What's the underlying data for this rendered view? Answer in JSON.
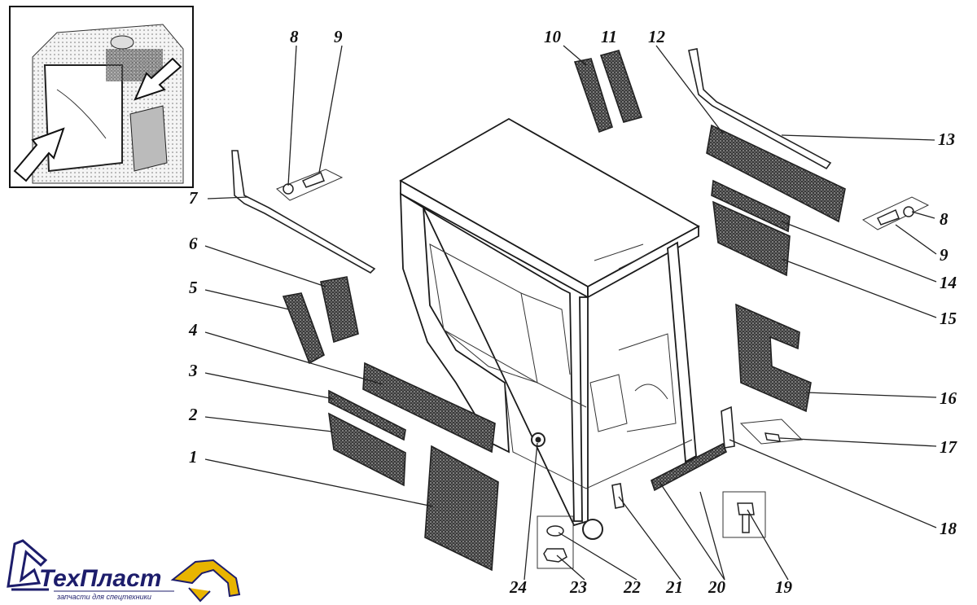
{
  "labels": [
    {
      "id": "1",
      "text": "1"
    },
    {
      "id": "2",
      "text": "2"
    },
    {
      "id": "3",
      "text": "3"
    },
    {
      "id": "4",
      "text": "4"
    },
    {
      "id": "5",
      "text": "5"
    },
    {
      "id": "6",
      "text": "6"
    },
    {
      "id": "7",
      "text": "7"
    },
    {
      "id": "8a",
      "text": "8"
    },
    {
      "id": "9a",
      "text": "9"
    },
    {
      "id": "10",
      "text": "10"
    },
    {
      "id": "11",
      "text": "11"
    },
    {
      "id": "12",
      "text": "12"
    },
    {
      "id": "13",
      "text": "13"
    },
    {
      "id": "8b",
      "text": "8"
    },
    {
      "id": "9b",
      "text": "9"
    },
    {
      "id": "14",
      "text": "14"
    },
    {
      "id": "15",
      "text": "15"
    },
    {
      "id": "16",
      "text": "16"
    },
    {
      "id": "17",
      "text": "17"
    },
    {
      "id": "18",
      "text": "18"
    },
    {
      "id": "19",
      "text": "19"
    },
    {
      "id": "20",
      "text": "20"
    },
    {
      "id": "21",
      "text": "21"
    },
    {
      "id": "22",
      "text": "22"
    },
    {
      "id": "23",
      "text": "23"
    },
    {
      "id": "24",
      "text": "24"
    }
  ],
  "brand": {
    "name": "ТехПласт",
    "tagline": "запчасти для спецтехники",
    "colors": {
      "text": "#1d1d6b",
      "accent": "#e8b400"
    }
  }
}
